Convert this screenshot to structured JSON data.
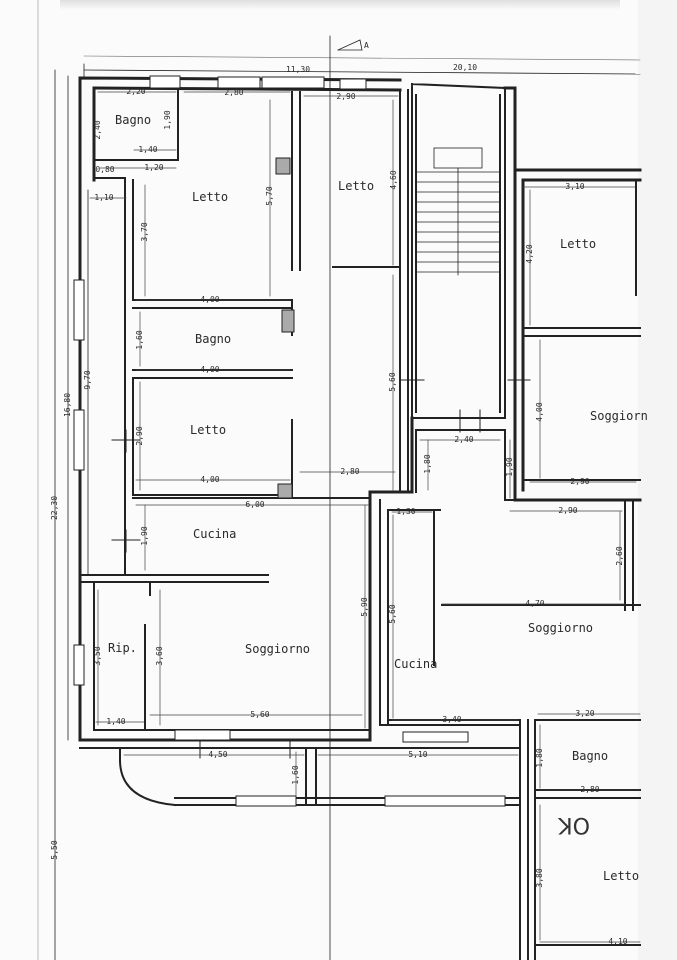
{
  "section_mark": "A",
  "rooms": {
    "bagno_1": "Bagno",
    "letto_1": "Letto",
    "letto_2": "Letto",
    "letto_3": "Letto",
    "bagno_2": "Bagno",
    "letto_4": "Letto",
    "soggiorno_1": "Soggiorn",
    "cucina_1": "Cucina",
    "soggiorno_2": "Soggiorno",
    "rip": "Rip.",
    "soggiorno_3": "Soggiorno",
    "cucina_2": "Cucina",
    "bagno_3": "Bagno",
    "letto_5": "Letto"
  },
  "dims": {
    "d_11_30": "11,30",
    "d_20_10": "20,10",
    "d_2_20": "2,20",
    "d_2_80a": "2,80",
    "d_2_90a": "2,90",
    "d_2_40a": "2,40",
    "d_1_90a": "1,90",
    "d_1_40a": "1,40",
    "d_0_80": "0,80",
    "d_1_20": "1,20",
    "d_1_10": "1,10",
    "d_5_70": "5,70",
    "d_4_60": "4,60",
    "d_3_70": "3,70",
    "d_4_00a": "4,00",
    "d_1_60a": "1,60",
    "d_4_00b": "4,00",
    "d_9_70": "9,70",
    "d_16_80": "16,80",
    "d_2_90b": "2,90",
    "d_4_00c": "4,00",
    "d_6_00": "6,00",
    "d_5_60a": "5,60",
    "d_2_80b": "2,80",
    "d_1_90b": "1,90",
    "d_22_30": "22,30",
    "d_3_10": "3,10",
    "d_4_20": "4,20",
    "d_4_00d": "4,00",
    "d_2_90c": "2,90",
    "d_2_40b": "2,40",
    "d_1_80a": "1,80",
    "d_1_90c": "1,90",
    "d_2_90d": "2,90",
    "d_1_30": "1,30",
    "d_2_60": "2,60",
    "d_4_70": "4,70",
    "d_5_60b": "5,60",
    "d_5_90": "5,90",
    "d_3_50": "3,50",
    "d_3_60": "3,60",
    "d_1_40b": "1,40",
    "d_5_60c": "5,60",
    "d_3_40": "3,40",
    "d_3_20": "3,20",
    "d_4_50": "4,50",
    "d_1_60b": "1,60",
    "d_5_10": "5,10",
    "d_1_80b": "1,80",
    "d_2_80c": "2,80",
    "d_5_50": "5,50",
    "d_3_80": "3,80",
    "d_4_10": "4,10"
  },
  "handwritten_note": "OK"
}
